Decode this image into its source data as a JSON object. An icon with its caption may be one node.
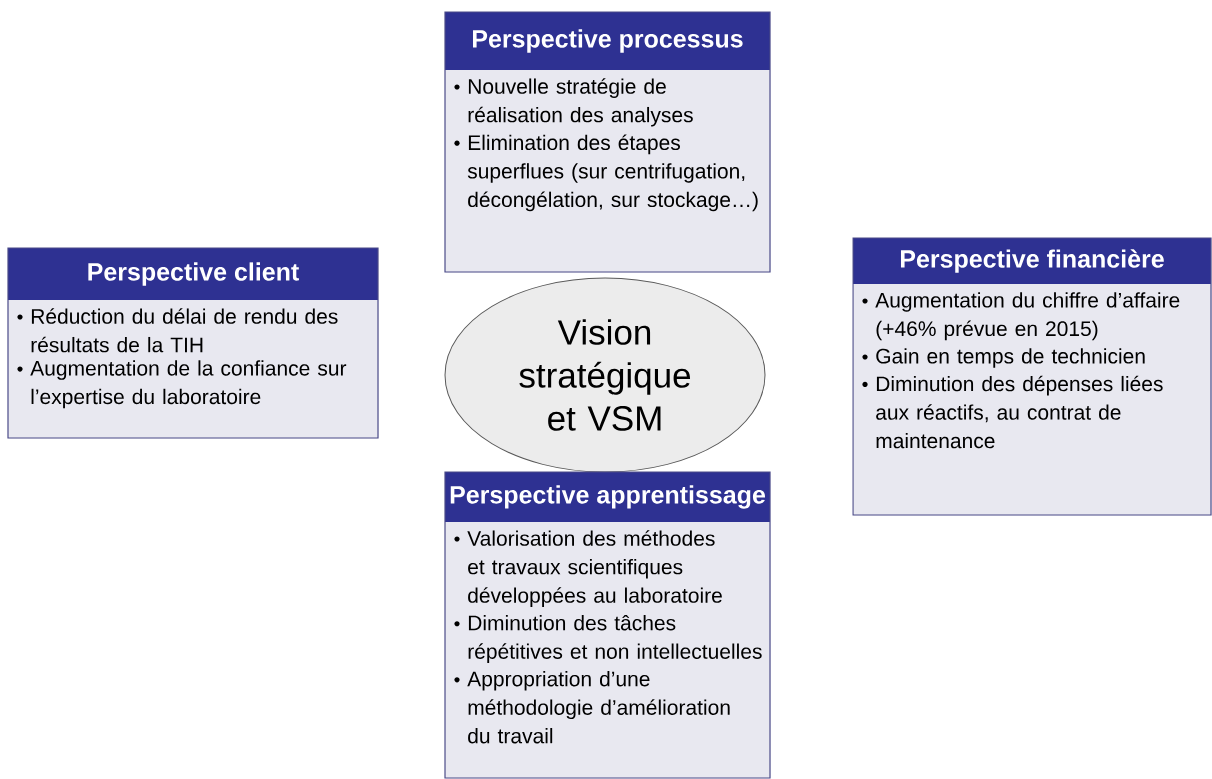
{
  "diagram": {
    "nodes": [
      {
        "text": [
          "Perspective processus",
          "Nouvelle stratégie de réalisation des analyses",
          "Elimination des étapes superflues (sur centrifugation, décongélation, sur stockage…)"
        ]
      },
      {
        "text": [
          "Perspective client",
          "Réduction du délai de rendu des résultats de la TIH",
          "Augmentation de la confiance sur l’expertise du laboratoire"
        ]
      },
      {
        "text": [
          "Vision stratégique et VSM"
        ]
      },
      {
        "text": [
          "Perspective financière",
          "Augmentation du chiffre d’affaire (+46% prévue en 2015)",
          "Gain en temps de technicien",
          "Diminution des dépenses liées aux réactifs, au contrat de maintenance"
        ]
      },
      {
        "text": [
          "Perspective apprentissage",
          "Valorisation des méthodes et travaux scientifiques développées au laboratoire",
          "Diminution des tâches répétitives et non intellectuelles",
          "Appropriation d’une méthodologie d’amélioration du travail"
        ]
      }
    ]
  }
}
